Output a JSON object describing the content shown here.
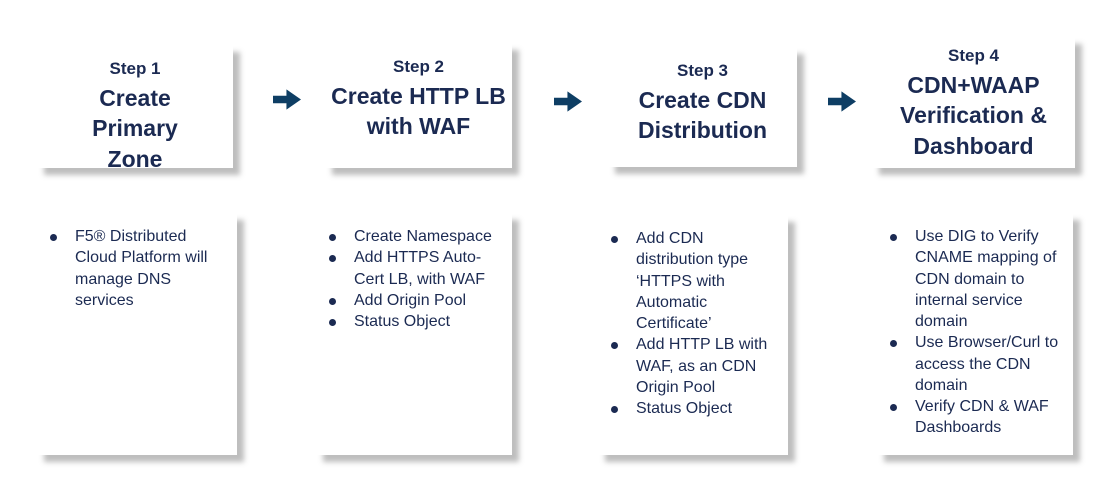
{
  "palette": {
    "text_navy": "#1b2a52",
    "arrow_blue": "#0e3e64",
    "card_background": "#ffffff",
    "page_background": "#ffffff",
    "shadow_gray": "#6e6e6e"
  },
  "icons": {
    "between_steps": "right-block-arrow"
  },
  "steps": [
    {
      "step_label": "Step 1",
      "title": "Create Primary Zone",
      "bullets": [
        "F5® Distributed Cloud Platform will manage DNS services"
      ]
    },
    {
      "step_label": "Step 2",
      "title": "Create HTTP LB with WAF",
      "bullets": [
        "Create Namespace",
        "Add HTTPS Auto-Cert LB, with WAF",
        "Add Origin Pool",
        "Status Object"
      ]
    },
    {
      "step_label": "Step 3",
      "title": "Create CDN Distribution",
      "bullets": [
        "Add CDN distribution type ‘HTTPS with Automatic Certificate’",
        "Add HTTP LB with WAF, as an CDN Origin Pool",
        "Status Object"
      ]
    },
    {
      "step_label": "Step 4",
      "title": "CDN+WAAP Verification & Dashboard",
      "bullets": [
        "Use DIG to Verify CNAME mapping of CDN domain to internal service domain",
        "Use Browser/Curl to access the CDN domain",
        "Verify CDN & WAF Dashboards"
      ]
    }
  ]
}
